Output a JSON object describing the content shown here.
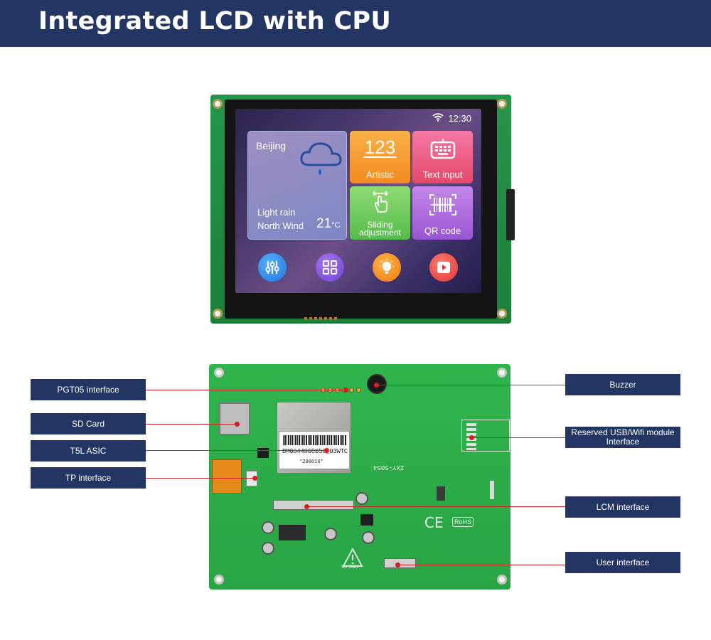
{
  "header": {
    "title": "Integrated LCD with CPU"
  },
  "screen": {
    "time": "12:30",
    "weather": {
      "city": "Beijing",
      "condition": "Light rain",
      "wind": "North Wind",
      "temperature": "21",
      "unit": "°C"
    },
    "tiles": {
      "artistic": {
        "icon_text": "123",
        "label": "Artistic"
      },
      "text_input": {
        "label": "Text input"
      },
      "sliding": {
        "label_line1": "Sliding",
        "label_line2": "adjustment"
      },
      "qr": {
        "label": "QR code"
      }
    },
    "bottom_icons": [
      "sliders-icon",
      "grid-icon",
      "bulb-icon",
      "play-icon"
    ]
  },
  "board": {
    "asic_label_line1": "DMG64480C056_03WTC",
    "asic_label_line2": "*200619*",
    "board_code": "ZXY-S054",
    "ce_mark": "CE",
    "rohs_mark": "RoHS",
    "warning_text": "SU ONLY"
  },
  "callouts": {
    "pgt05": "PGT05 interface",
    "sd_card": "SD Card",
    "t5l": "T5L ASIC",
    "tp": "TP interface",
    "buzzer": "Buzzer",
    "usb_wifi_line1": "Reserved USB/Wifi module",
    "usb_wifi_line2": "Interface",
    "lcm": "LCM interface",
    "user": "User interface"
  },
  "colors": {
    "header": "#233562",
    "callout": "#233562",
    "leader_line": "#d51f26",
    "pcb": "#2fb44c"
  }
}
